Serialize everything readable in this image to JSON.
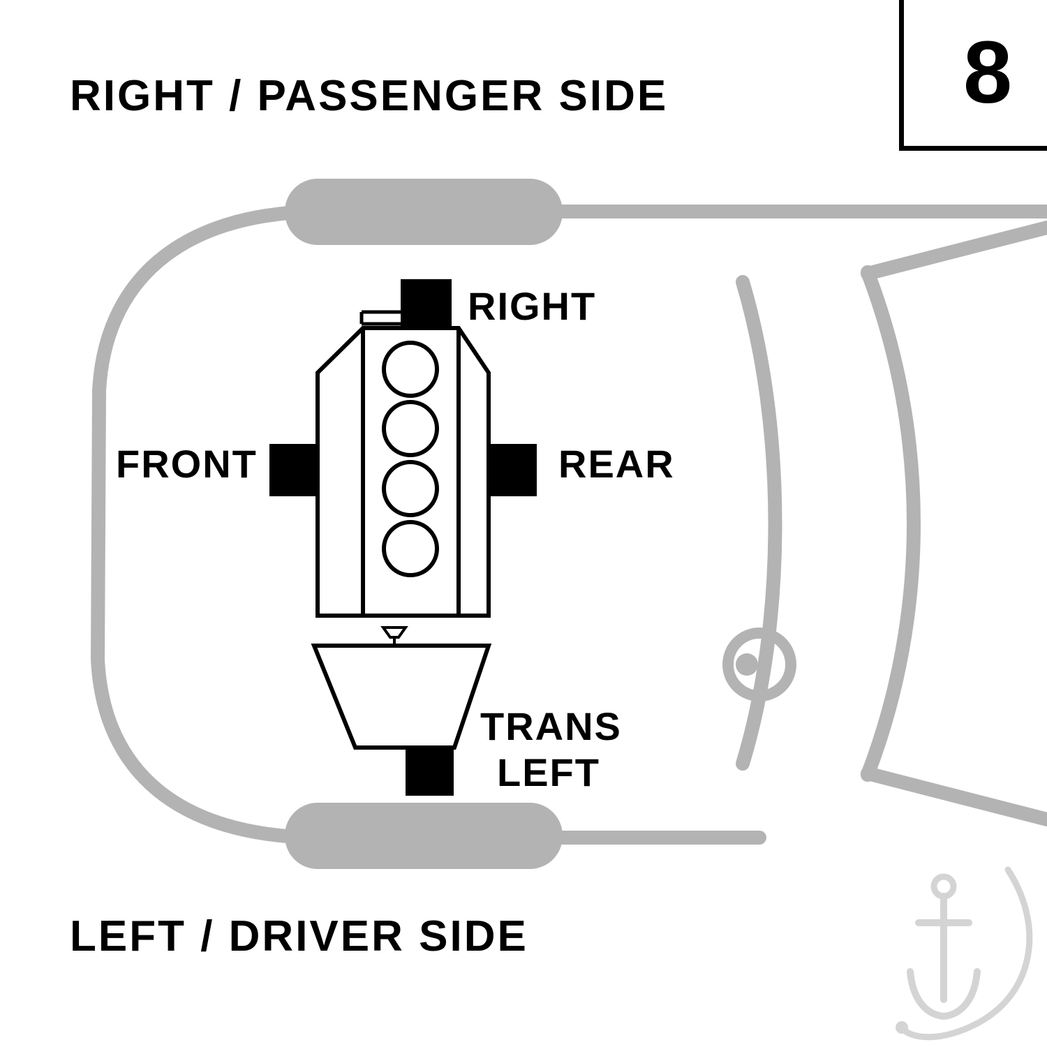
{
  "titles": {
    "top": "RIGHT / PASSENGER SIDE",
    "bottom": "LEFT / DRIVER SIDE"
  },
  "figure": {
    "number": "8"
  },
  "mount_labels": {
    "right": "RIGHT",
    "front": "FRONT",
    "rear": "REAR",
    "trans_line1": "TRANS",
    "trans_line2": "LEFT"
  },
  "diagram": {
    "type": "engine-mount-location-diagram",
    "engine_cylinders": 4,
    "mount_positions": [
      "RIGHT",
      "FRONT",
      "REAR",
      "TRANS LEFT"
    ]
  },
  "colors": {
    "ink": "#000000",
    "car-gray": "#b3b3b3",
    "watermark-gray": "#d4d4d4",
    "background": "#ffffff"
  }
}
